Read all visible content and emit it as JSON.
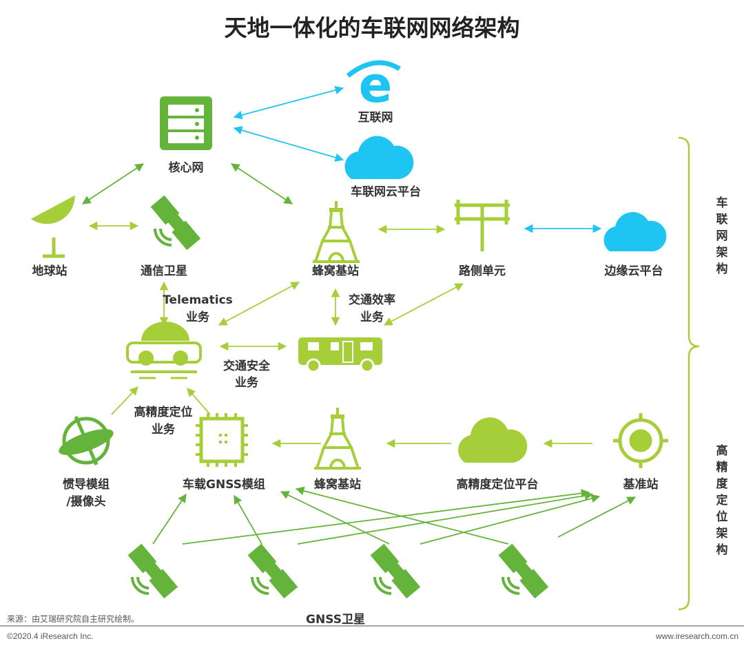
{
  "title": "天地一体化的车联网网络架构",
  "colors": {
    "dark_green": "#64B33A",
    "lime": "#A6CE39",
    "blue": "#1EC5F2",
    "text": "#333333"
  },
  "nodes": {
    "core_network": "核心网",
    "internet": "互联网",
    "iov_cloud": "车联网云平台",
    "earth_station": "地球站",
    "comm_satellite": "通信卫星",
    "cell_station_top": "蜂窝基站",
    "roadside_unit": "路侧单元",
    "edge_cloud": "边缘云平台",
    "inertial_camera_1": "惯导模组",
    "inertial_camera_2": "/摄像头",
    "vehicle_gnss": "车载GNSS模组",
    "cell_station_bottom": "蜂窝基站",
    "hd_positioning_platform": "高精度定位平台",
    "reference_station": "基准站",
    "gnss_satellites": "GNSS卫星"
  },
  "services": {
    "telematics_1": "Telematics",
    "telematics_2": "业务",
    "traffic_efficiency_1": "交通效率",
    "traffic_efficiency_2": "业务",
    "traffic_safety_1": "交通安全",
    "traffic_safety_2": "业务",
    "hd_positioning_1": "高精度定位",
    "hd_positioning_2": "业务"
  },
  "brackets": {
    "iov_architecture": [
      "车",
      "联",
      "网",
      "架",
      "构"
    ],
    "hd_positioning_architecture": [
      "高",
      "精",
      "度",
      "定",
      "位",
      "架",
      "构"
    ]
  },
  "footer": {
    "source": "来源：由艾瑞研究院自主研究绘制。",
    "copyright": "©2020.4 iResearch Inc.",
    "website": "www.iresearch.com.cn"
  }
}
